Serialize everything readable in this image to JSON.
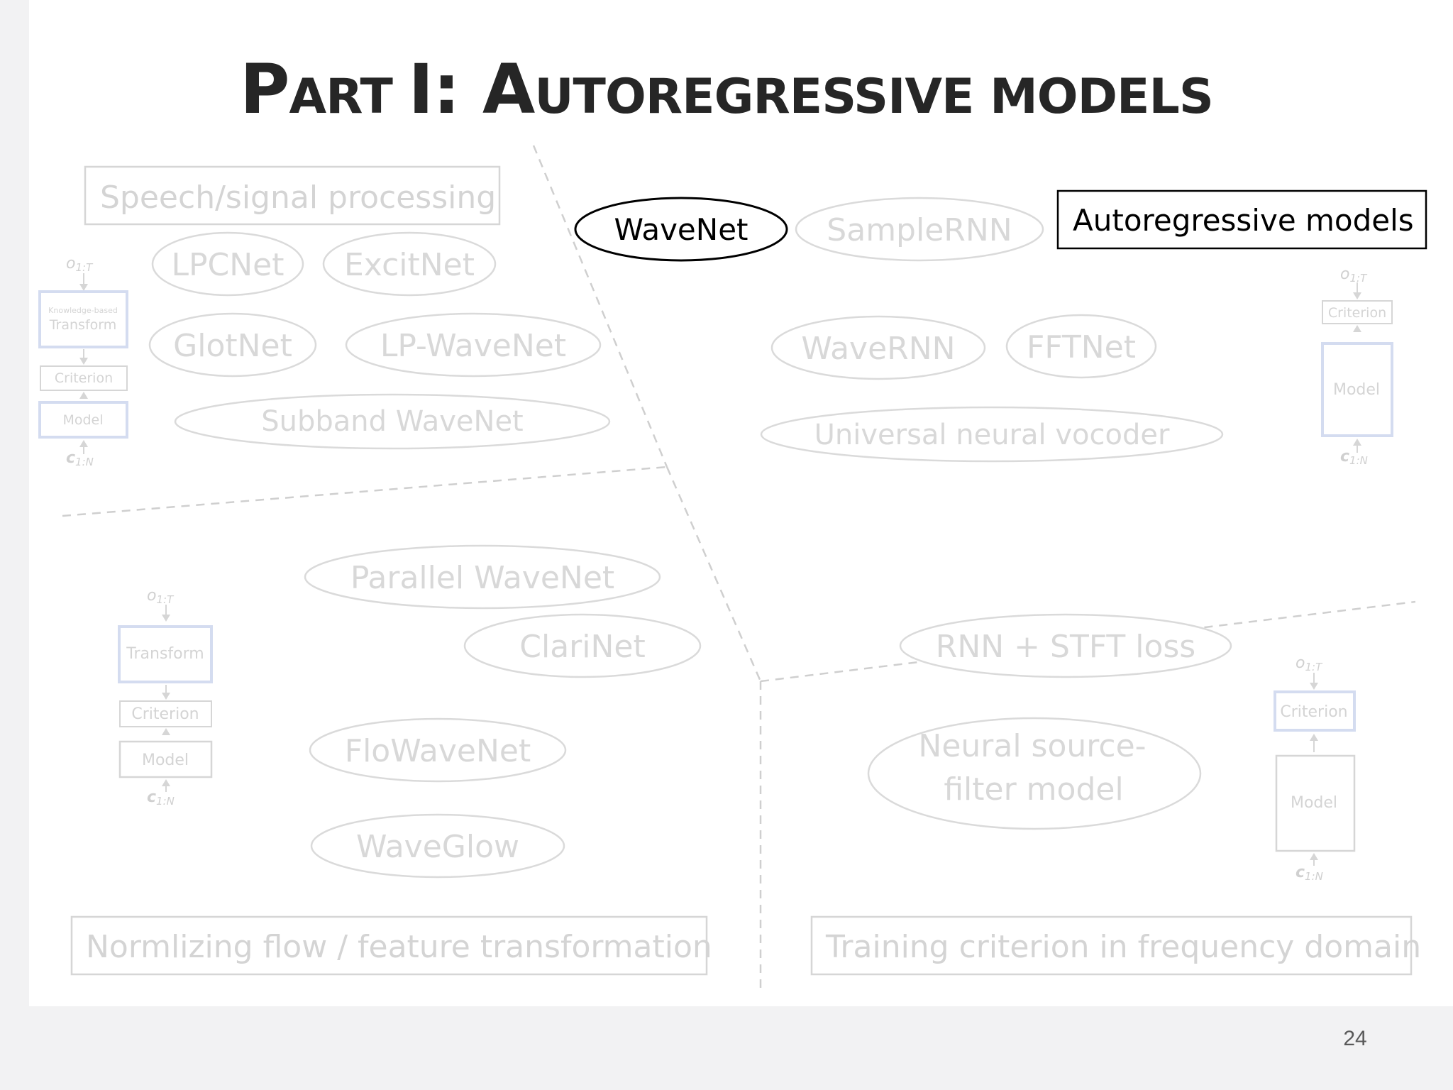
{
  "slide": {
    "title_initial_1": "P",
    "title_rest_1": "ART ",
    "title_part": "I: ",
    "title_initial_2": "A",
    "title_rest_2": "UTOREGRESSIVE MODELS",
    "page_number": "24"
  },
  "categories": {
    "speech": "Speech/signal processing",
    "autoregressive": "Autoregressive models",
    "flow": "Normlizing flow / feature transformation",
    "frequency": "Training criterion in frequency domain"
  },
  "models": {
    "wavenet": "WaveNet",
    "samplernn": "SampleRNN",
    "lpcnet": "LPCNet",
    "excitnet": "ExcitNet",
    "glotnet": "GlotNet",
    "lpwavenet": "LP-WaveNet",
    "subband": "Subband WaveNet",
    "wavernn": "WaveRNN",
    "fftnet": "FFTNet",
    "universal": "Universal neural vocoder",
    "parallel": "Parallel WaveNet",
    "clarinet": "ClariNet",
    "flowavenet": "FloWaveNet",
    "waveglow": "WaveGlow",
    "rnnstft": "RNN + STFT loss",
    "nsf_line1": "Neural source-",
    "nsf_line2": "filter model"
  },
  "blocks": {
    "o_top": "o",
    "o_sub": "1:T",
    "c_bottom": "c",
    "c_sub": "1:N",
    "knowledge": "Knowledge-based",
    "transform": "Transform",
    "criterion": "Criterion",
    "model": "Model"
  },
  "colors": {
    "active": "#000000",
    "faded": "#dadada",
    "title": "#262626"
  }
}
